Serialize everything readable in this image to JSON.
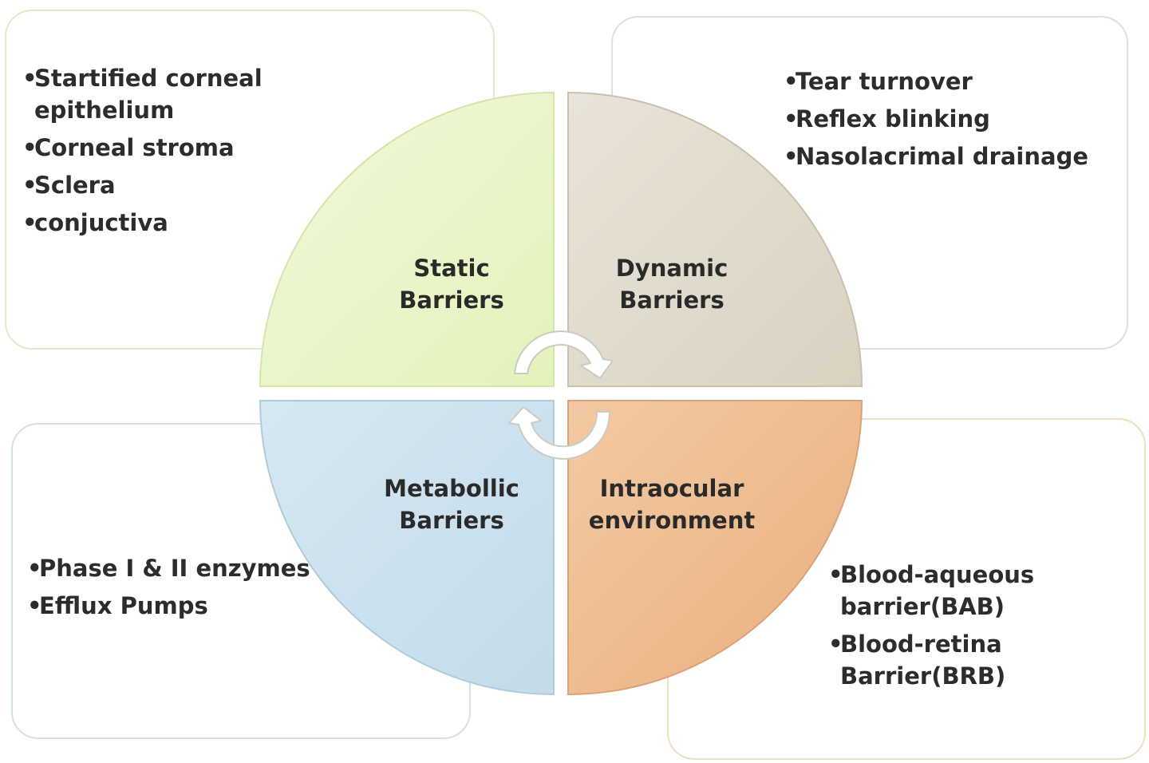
{
  "quadrants": {
    "static": {
      "title_line1": "Static",
      "title_line2": "Barriers",
      "color": "#eaf6cc",
      "items": [
        "Startified corneal epithelium",
        "Corneal stroma",
        "Sclera",
        "conjuctiva"
      ]
    },
    "dynamic": {
      "title_line1": "Dynamic",
      "title_line2": "Barriers",
      "color": "#e2dccd",
      "items": [
        "Tear turnover",
        "Reflex blinking",
        "Nasolacrimal drainage"
      ]
    },
    "metabolic": {
      "title_line1": "Metabollic",
      "title_line2": "Barriers",
      "color": "#cfe3ef",
      "items": [
        "Phase I & II enzymes",
        "Efflux Pumps"
      ]
    },
    "intraocular": {
      "title_line1": "Intraocular",
      "title_line2": "environment",
      "color": "#efbe95",
      "items": [
        "Blood-aqueous barrier(BAB)",
        "Blood-retina Barrier(BRB)"
      ]
    }
  },
  "center_icon": "circular-arrows-icon"
}
